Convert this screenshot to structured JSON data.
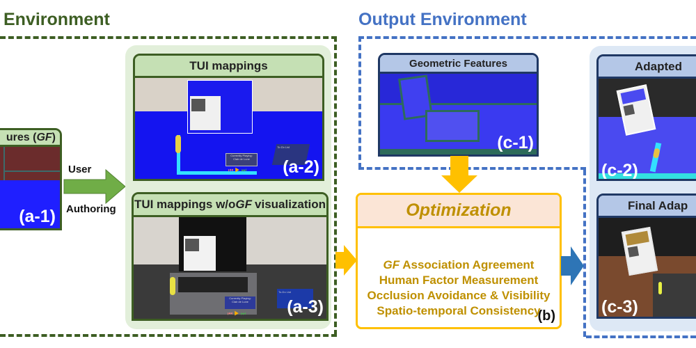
{
  "input_environment": {
    "title": "Environment",
    "color": "#3d5e23",
    "gf_card": {
      "title_prefix": "ures (",
      "title_em": "GF",
      "title_suffix": ")",
      "tag": "(a-1)"
    },
    "arrow": {
      "label_top": "User",
      "label_bottom": "Authoring",
      "color": "#70ad47"
    },
    "tui_card": {
      "title": "TUI mappings",
      "tag": "(a-2)",
      "now_playing": [
        "Currently Playing:",
        "Clair de Lune"
      ],
      "todo_title": "To-Do List"
    },
    "tui_nogf_card": {
      "title_prefix": "TUI mappings w/o ",
      "title_em": "GF",
      "title_suffix": " visualization",
      "tag": "(a-3)",
      "now_playing": [
        "Currently Playing:",
        "Clair de Lune"
      ],
      "todo_title": "To-Do List"
    }
  },
  "optimization": {
    "title": "Optimization",
    "color": "#ffc000",
    "text_color": "#bf9000",
    "items": [
      {
        "em": "GF",
        "text": " Association Agreement"
      },
      {
        "em": "",
        "text": "Human Factor Measurement"
      },
      {
        "em": "",
        "text": "Occlusion Avoidance & Visibility"
      },
      {
        "em": "",
        "text": "Spatio-temporal Consistency"
      }
    ],
    "tag": "(b)"
  },
  "output_environment": {
    "title": "Output Environment",
    "color": "#4472c4",
    "geo_card": {
      "title": "Geometric Features",
      "tag": "(c-1)"
    },
    "adapted_card": {
      "title": "Adapted",
      "tag": "(c-2)"
    },
    "final_card": {
      "title": "Final Adap",
      "tag": "(c-3)"
    },
    "arrow_color": "#2e75b6"
  }
}
